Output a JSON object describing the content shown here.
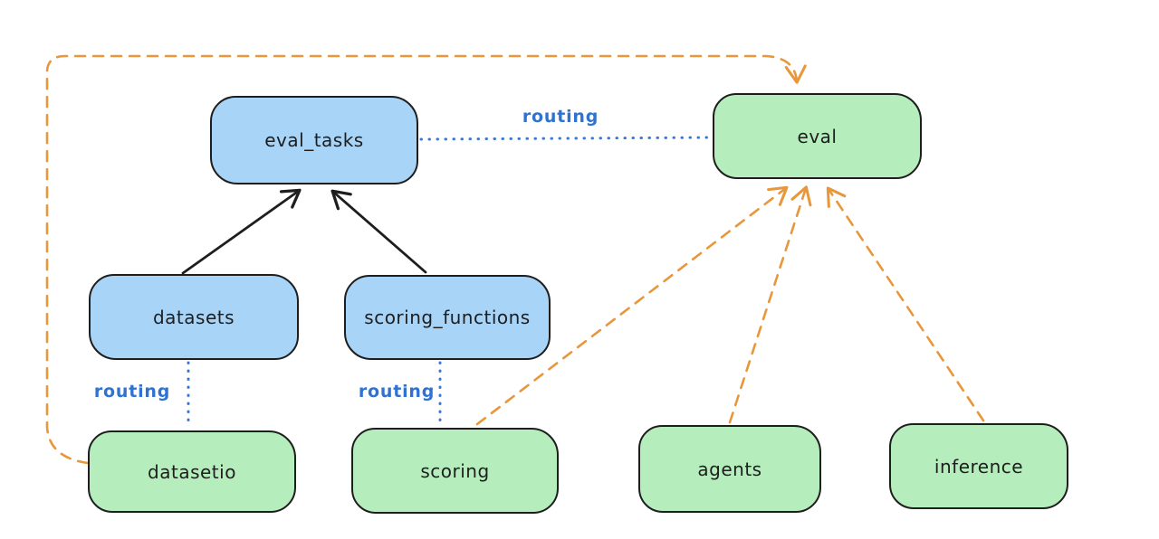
{
  "diagram": {
    "type": "flow-diagram",
    "colors": {
      "api_node_fill": "#a8d4f8",
      "provider_node_fill": "#b5eebc",
      "node_stroke": "#1e1e1e",
      "dashed_edge": "#e8973a",
      "routing_edge": "#2f72d2",
      "background": "#ffffff"
    },
    "nodes": [
      {
        "id": "eval_tasks",
        "label": "eval_tasks",
        "variant": "blue"
      },
      {
        "id": "eval",
        "label": "eval",
        "variant": "green"
      },
      {
        "id": "datasets",
        "label": "datasets",
        "variant": "blue"
      },
      {
        "id": "scoring_functions",
        "label": "scoring_functions",
        "variant": "blue"
      },
      {
        "id": "datasetio",
        "label": "datasetio",
        "variant": "green"
      },
      {
        "id": "scoring",
        "label": "scoring",
        "variant": "green"
      },
      {
        "id": "agents",
        "label": "agents",
        "variant": "green"
      },
      {
        "id": "inference",
        "label": "inference",
        "variant": "green"
      }
    ],
    "edges": [
      {
        "from": "datasets",
        "to": "eval_tasks",
        "style": "solid-arrow",
        "label": ""
      },
      {
        "from": "scoring_functions",
        "to": "eval_tasks",
        "style": "solid-arrow",
        "label": ""
      },
      {
        "from": "eval_tasks",
        "to": "eval",
        "style": "dotted",
        "label": "routing"
      },
      {
        "from": "datasets",
        "to": "datasetio",
        "style": "dotted",
        "label": "routing"
      },
      {
        "from": "scoring_functions",
        "to": "scoring",
        "style": "dotted",
        "label": "routing"
      },
      {
        "from": "datasetio",
        "to": "eval",
        "style": "dashed-arrow",
        "label": ""
      },
      {
        "from": "scoring",
        "to": "eval",
        "style": "dashed-arrow",
        "label": ""
      },
      {
        "from": "agents",
        "to": "eval",
        "style": "dashed-arrow",
        "label": ""
      },
      {
        "from": "inference",
        "to": "eval",
        "style": "dashed-arrow",
        "label": ""
      }
    ]
  }
}
